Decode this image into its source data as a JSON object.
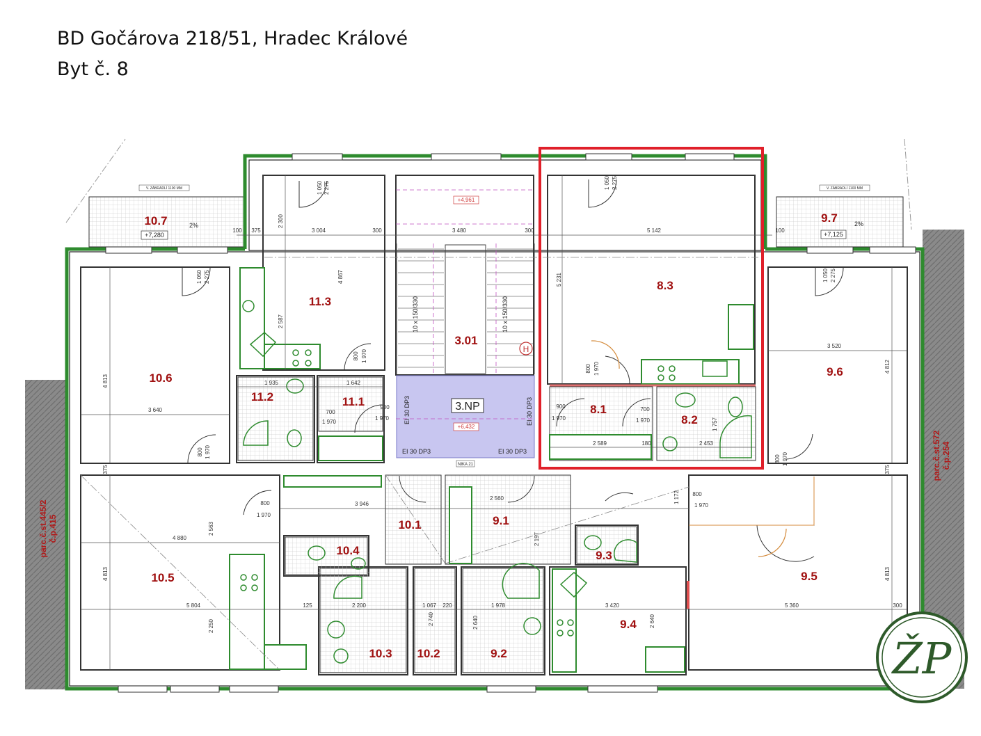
{
  "header": {
    "title_line1": "BD Gočárova 218/51, Hradec Králové",
    "title_line2": "Byt č. 8"
  },
  "floor_label": "3.NP",
  "rooms": {
    "r10_7": "10.7",
    "r9_7": "9.7",
    "r11_3": "11.3",
    "r3_01": "3.01",
    "r8_3": "8.3",
    "r10_6": "10.6",
    "r9_6": "9.6",
    "r11_2": "11.2",
    "r11_1": "11.1",
    "r8_1": "8.1",
    "r8_2": "8.2",
    "r10_1": "10.1",
    "r9_1": "9.1",
    "r10_4": "10.4",
    "r9_3": "9.3",
    "r10_5": "10.5",
    "r9_5": "9.5",
    "r9_4": "9.4",
    "r10_3": "10.3",
    "r10_2": "10.2",
    "r9_2": "9.2"
  },
  "levels": {
    "terrace_left": "+7,280",
    "terrace_right": "+7,125",
    "stair_top": "+4,961",
    "landing": "+6,432"
  },
  "notes": {
    "railing_left": "V. ZÁBRADLÍ 1100 MM",
    "railing_right": "V. ZÁBRADLÍ 1100 MM",
    "slope_left": "2%",
    "slope_right": "2%",
    "hydrant": "H",
    "fire_left": "EI 30 DP3",
    "fire_right": "EI 30 DP3",
    "fire_wall_left": "EI 30 DP3",
    "fire_wall_right": "EI 30 DP3",
    "stair_left": "10 x 150/330",
    "stair_right": "10 x 150/330",
    "niche": "NIKA 21"
  },
  "dimensions": {
    "d3004": "3 004",
    "d300a": "300",
    "d3480": "3 480",
    "d300b": "300",
    "d5142": "5 142",
    "d100a": "100",
    "d375a": "375",
    "d100b": "100",
    "d3640": "3 640",
    "d3520": "3 520",
    "d1935": "1 935",
    "d1642": "1 642",
    "d2589": "2 589",
    "d2453": "2 453",
    "d180": "180",
    "d3946": "3 946",
    "d2560": "2 560",
    "d4880": "4 880",
    "d5804": "5 804",
    "d2200": "2 200",
    "d1067": "1 067",
    "d1978": "1 978",
    "d3420": "3 420",
    "d5360": "5 360",
    "d300c": "300",
    "d125": "125",
    "d220": "220",
    "v4813a": "4 813",
    "v4812": "4 812",
    "v4813b": "4 813",
    "v4813c": "4 813",
    "v5231": "5 231",
    "v2300": "2 300",
    "v2587": "2 587",
    "v4867": "4 867",
    "v2563": "2 563",
    "v2250": "2 250",
    "v375a": "375",
    "v375b": "375",
    "v1757": "1 757",
    "v2740": "2 740",
    "v2640a": "2 640",
    "v2640b": "2 640",
    "v2197": "2 197",
    "v1172": "1 172"
  },
  "doors": {
    "w1050a": "1 050",
    "w2275a": "2 275",
    "w1050b": "1 050",
    "w2275b": "2 275",
    "w1050c": "1 050",
    "w2275c": "2 275",
    "w1050d": "1 050",
    "w2275d": "2 275",
    "d800a": "800",
    "d1970a": "1 970",
    "d800b": "800",
    "d1970b": "1 970",
    "d900a": "900",
    "d1970c": "1 970",
    "d700a": "700",
    "d1970d": "1 970",
    "d900b": "900",
    "d1970e": "1 970",
    "d700b": "700",
    "d1970f": "1 970",
    "d800c": "800",
    "d1970g": "1 970",
    "d800d": "800",
    "d1970h": "1 970",
    "d800e": "800",
    "d1970i": "1 970",
    "d800f": "800",
    "d1970j": "1 970"
  },
  "parcels": {
    "left": "parc.č.st.445/2\nč.p.415",
    "right": "parc.č.st.572\nč.p.254"
  },
  "colors": {
    "wall_green": "#2e8b2e",
    "highlight_red": "#e0202a",
    "room_number": "#a01010",
    "landing_fill": "#c8c6f0",
    "neighbour_grey": "#8a8a8a",
    "logo_green": "#2e5a2a"
  },
  "logo_text": "ŽP"
}
